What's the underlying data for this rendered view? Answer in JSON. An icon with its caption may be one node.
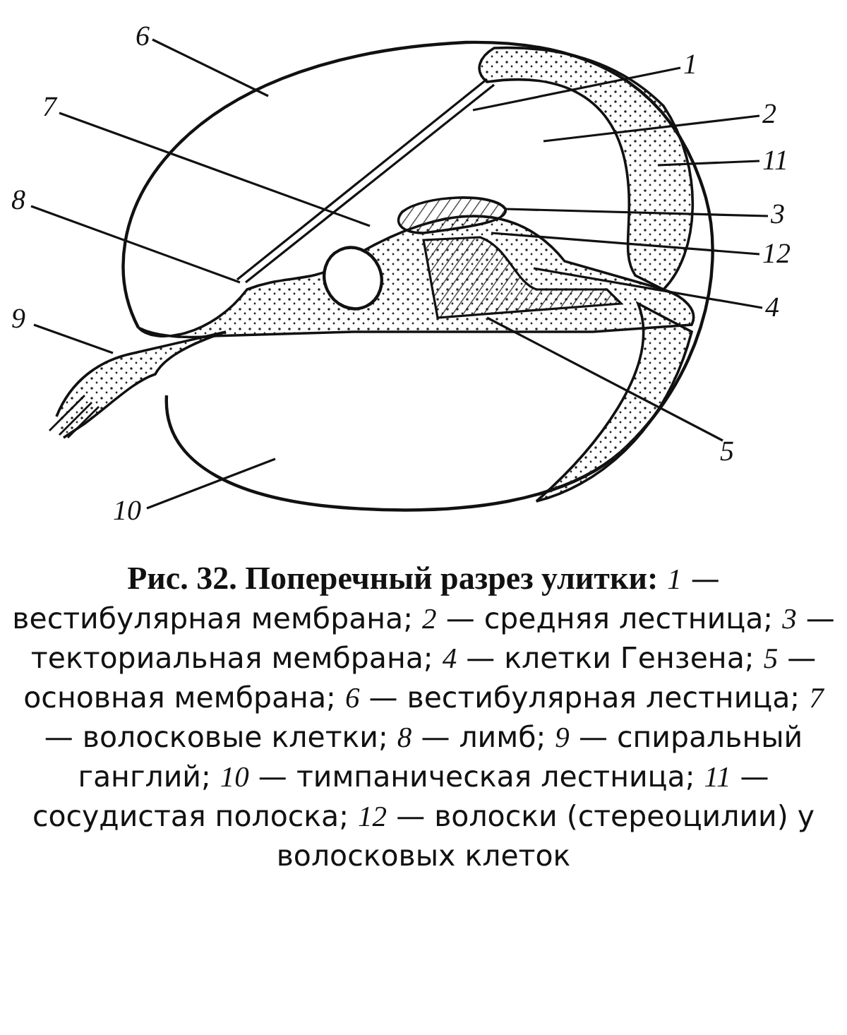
{
  "diagram": {
    "caption": "**Рис. 32. Поперечный разрез улитки:** *1* — вестибулярная мембрана; *2* — средняя лестница; *3* — текториальная мембрана; *4* — клетки Гензена; *5* — основная мембрана; *6* — вестибулярная лестница; *7* — волосковые клетки; *8* — лимб; *9* — спиральный ганглий; *10* — тимпаническая лестница; *11* — сосудистая полоска; *12* — волоски (стереоцилии) у волосковых клеток",
    "nodes": [
      {
        "text": [
          "6"
        ]
      },
      {
        "text": [
          "1"
        ]
      },
      {
        "text": [
          "7"
        ]
      },
      {
        "text": [
          "2"
        ]
      },
      {
        "text": [
          "11"
        ]
      },
      {
        "text": [
          "8"
        ]
      },
      {
        "text": [
          "3"
        ]
      },
      {
        "text": [
          "12"
        ]
      },
      {
        "text": [
          "4"
        ]
      },
      {
        "text": [
          "9"
        ]
      },
      {
        "text": [
          "5"
        ]
      },
      {
        "text": [
          "10"
        ]
      }
    ],
    "edges": [
      {
        "from": 0,
        "to": null,
        "arrow": "none"
      },
      {
        "from": 1,
        "to": null,
        "arrow": "none"
      },
      {
        "from": 2,
        "to": null,
        "arrow": "none"
      },
      {
        "from": 3,
        "to": null,
        "arrow": "none"
      },
      {
        "from": 4,
        "to": null,
        "arrow": "none"
      },
      {
        "from": 5,
        "to": null,
        "arrow": "none"
      },
      {
        "from": 6,
        "to": null,
        "arrow": "none"
      },
      {
        "from": 7,
        "to": null,
        "arrow": "none"
      },
      {
        "from": 8,
        "to": null,
        "arrow": "none"
      },
      {
        "from": 9,
        "to": null,
        "arrow": "none"
      },
      {
        "from": 10,
        "to": null,
        "arrow": "none"
      },
      {
        "from": 11,
        "to": null,
        "arrow": "none"
      }
    ]
  }
}
